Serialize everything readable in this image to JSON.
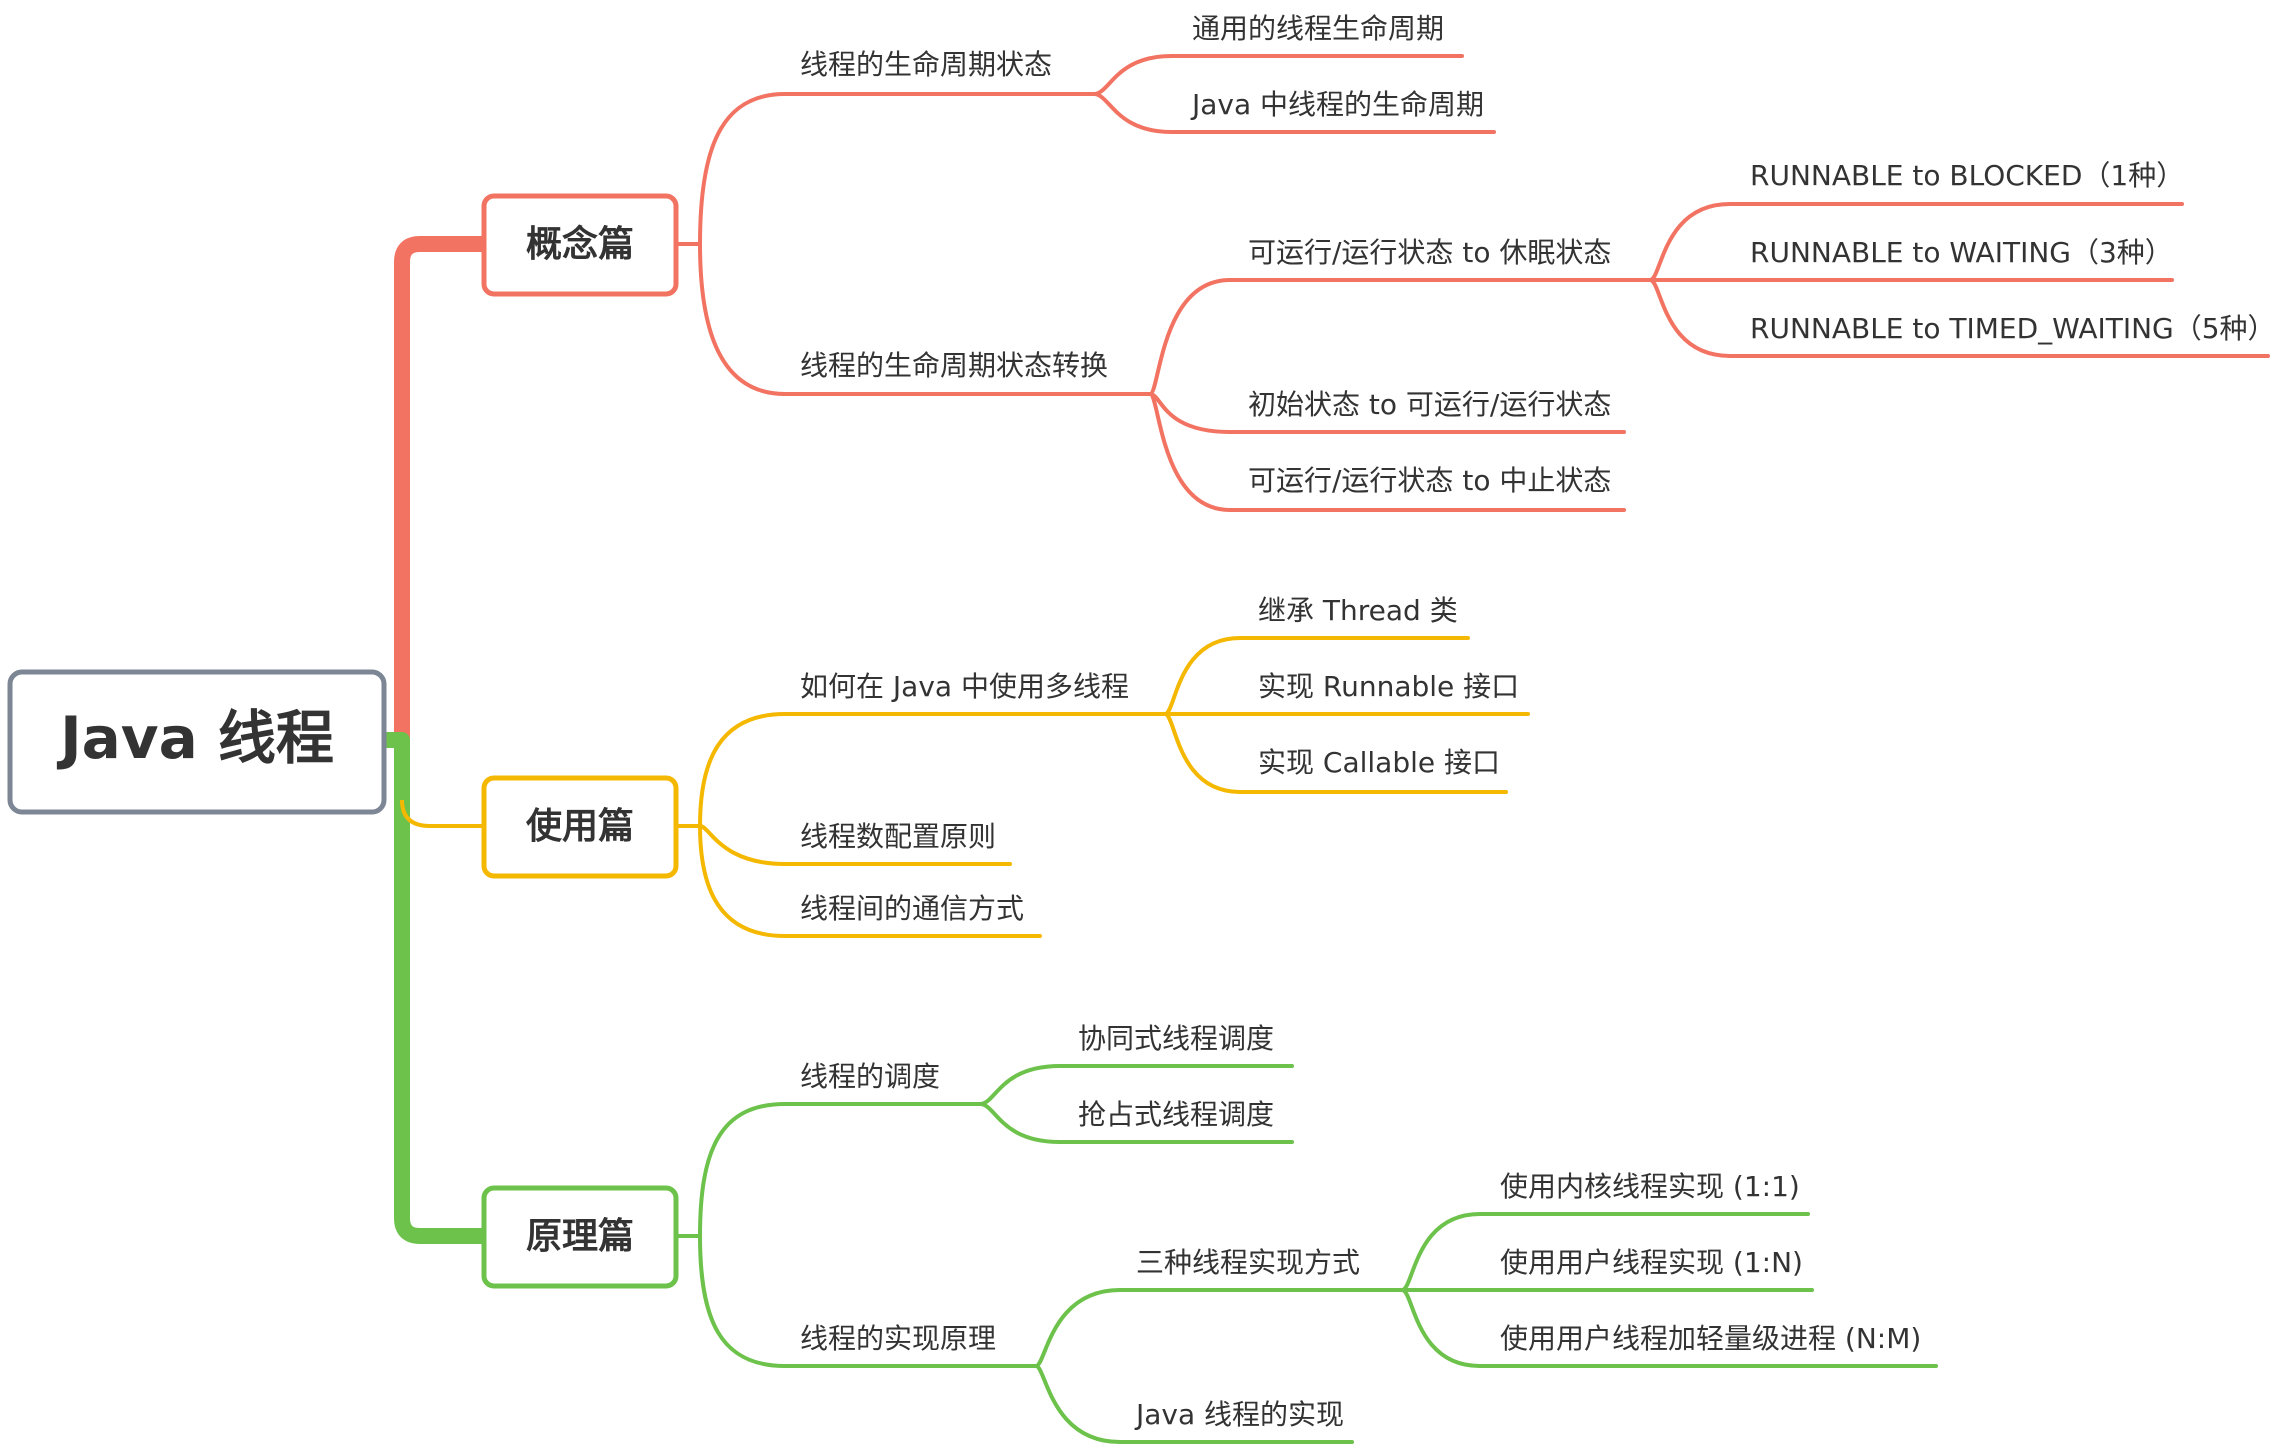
{
  "colors": {
    "concept": "#F27362",
    "usage": "#F5B800",
    "principle": "#6CC24A",
    "root_border": "#7C8694",
    "text": "#333333"
  },
  "root": {
    "label": "Java 线程"
  },
  "categories": {
    "concept": {
      "label": "概念篇",
      "lifecycle_state": {
        "label": "线程的生命周期状态",
        "general": "通用的线程生命周期",
        "java": "Java 中线程的生命周期"
      },
      "lifecycle_transition": {
        "label": "线程的生命周期状态转换",
        "runnable_to_sleep": {
          "label": "可运行/运行状态 to 休眠状态",
          "to_blocked": "RUNNABLE to BLOCKED（1种）",
          "to_waiting": "RUNNABLE to WAITING（3种）",
          "to_timed_waiting": "RUNNABLE to TIMED_WAITING（5种）"
        },
        "init_to_runnable": "初始状态 to 可运行/运行状态",
        "runnable_to_terminated": "可运行/运行状态 to 中止状态"
      }
    },
    "usage": {
      "label": "使用篇",
      "how_to": {
        "label": "如何在 Java 中使用多线程",
        "extend_thread": "继承 Thread 类",
        "impl_runnable": "实现 Runnable 接口",
        "impl_callable": "实现 Callable 接口"
      },
      "thread_count": "线程数配置原则",
      "communication": "线程间的通信方式"
    },
    "principle": {
      "label": "原理篇",
      "scheduling": {
        "label": "线程的调度",
        "cooperative": "协同式线程调度",
        "preemptive": "抢占式线程调度"
      },
      "implementation": {
        "label": "线程的实现原理",
        "three_ways": {
          "label": "三种线程实现方式",
          "kernel": "使用内核线程实现 (1:1)",
          "user": "使用用户线程实现 (1:N)",
          "hybrid": "使用用户线程加轻量级进程 (N:M)"
        },
        "java_impl": "Java 线程的实现"
      }
    }
  }
}
